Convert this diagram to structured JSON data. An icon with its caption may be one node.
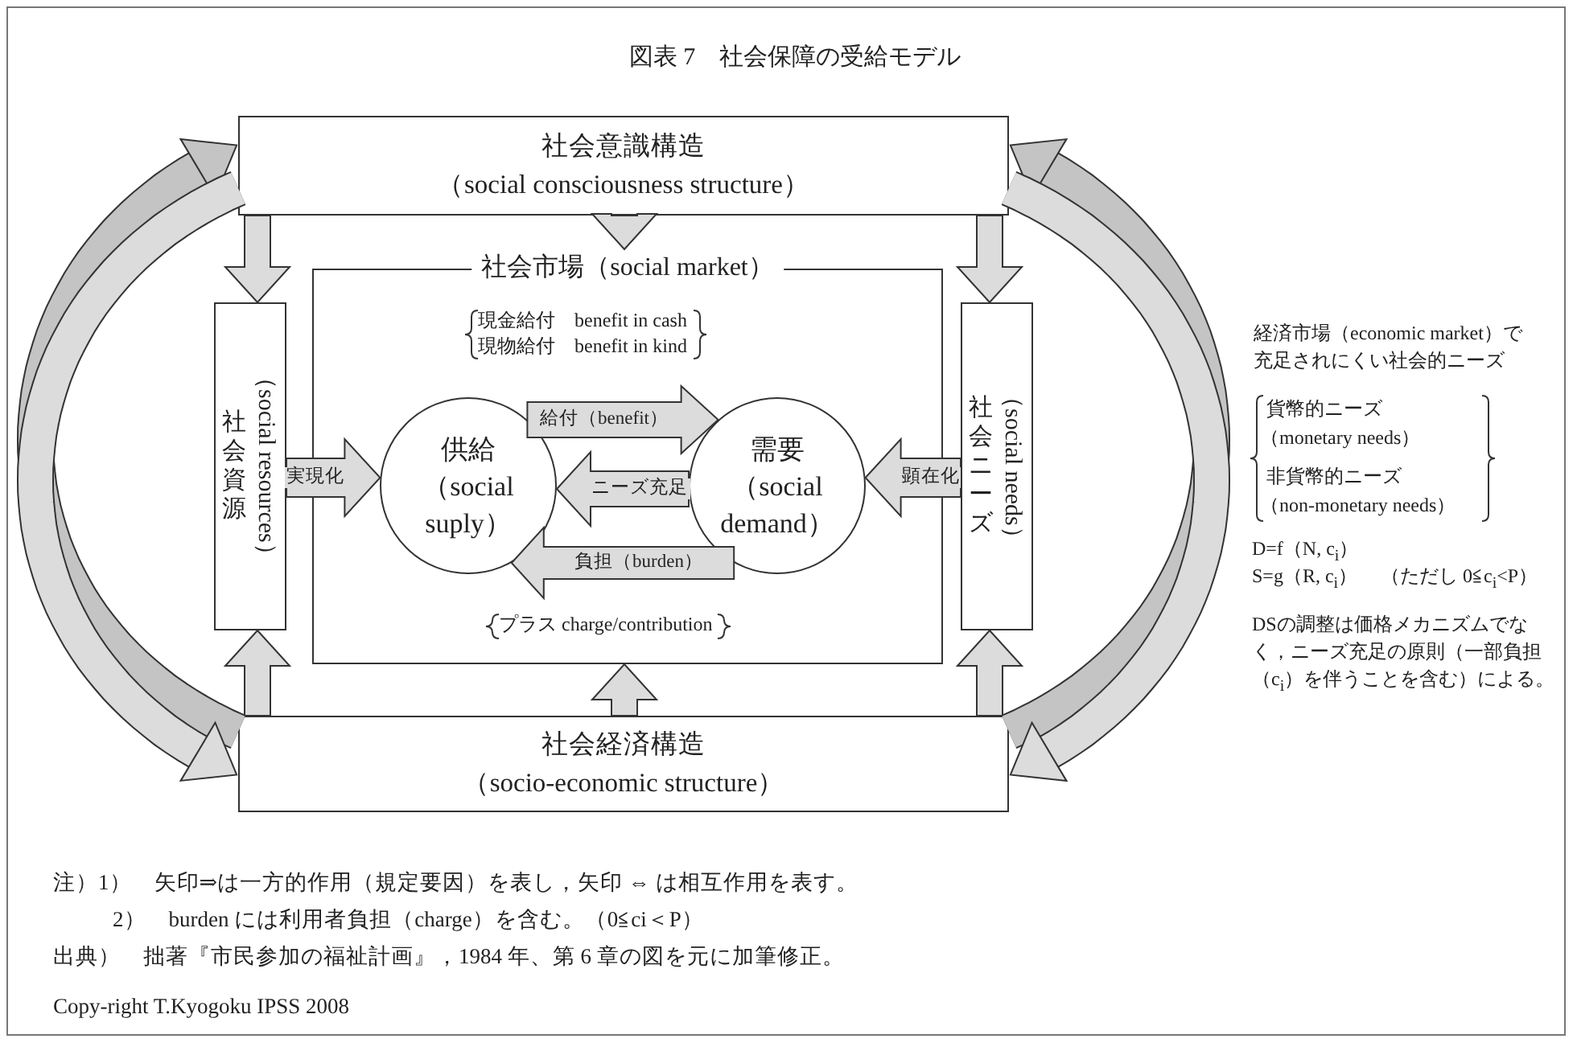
{
  "diagram": {
    "title": "図表 7　社会保障の受給モデル",
    "nodes": [
      {
        "text": [
          "社会意識構造",
          "（social consciousness structure）"
        ]
      },
      {
        "text": [
          "社会市場（social market）",
          "現金給付　benefit in cash",
          "現物給付　benefit in kind",
          "プラス charge/contribution"
        ]
      },
      {
        "text": [
          "社会資源",
          "（social resources）"
        ]
      },
      {
        "text": [
          "社会ニーズ",
          "（social needs）"
        ]
      },
      {
        "text": [
          "供給",
          "（social suply）"
        ],
        "in": 1
      },
      {
        "text": [
          "需要",
          "（social demand）"
        ],
        "in": 1
      },
      {
        "text": [
          "社会経済構造",
          "（socio-economic structure）"
        ]
      }
    ],
    "edges": [
      {
        "from": 0,
        "to": 2,
        "arrow": "to"
      },
      {
        "from": 0,
        "to": 1,
        "arrow": "to"
      },
      {
        "from": 0,
        "to": 3,
        "arrow": "to"
      },
      {
        "from": 6,
        "to": 2,
        "arrow": "to"
      },
      {
        "from": 6,
        "to": 1,
        "arrow": "to"
      },
      {
        "from": 6,
        "to": 3,
        "arrow": "to"
      },
      {
        "from": 2,
        "to": 4,
        "arrow": "to",
        "label": "実現化"
      },
      {
        "from": 3,
        "to": 5,
        "arrow": "to",
        "label": "顕在化"
      },
      {
        "from": 4,
        "to": 5,
        "arrow": "to",
        "label": "給付（benefit）"
      },
      {
        "from": 5,
        "to": 4,
        "arrow": "to",
        "label": "ニーズ充足"
      },
      {
        "from": 5,
        "to": 4,
        "arrow": "to",
        "label": "負担（burden）"
      },
      {
        "from": 6,
        "to": 0,
        "arrow": "to",
        "color": "#c4c4c4"
      },
      {
        "from": 0,
        "to": 6,
        "arrow": "to"
      },
      {
        "from": 6,
        "to": 0,
        "arrow": "to",
        "color": "#c4c4c4"
      },
      {
        "from": 0,
        "to": 6,
        "arrow": "to"
      }
    ],
    "labels": [
      "経済市場（economic market）で充足されにくい社会的ニーズ",
      "貨幣的ニーズ",
      "（monetary needs）",
      "非貨幣的ニーズ",
      "（non-monetary needs）",
      "D=f（N, c$_{i}$）",
      "S=g（R, c$_{i}$）",
      "（ただし 0≦c$_{i}$<P）",
      "DSの調整は価格メカニズムでなく，ニーズ充足の原則（一部負担（c$_{i}$）を伴うことを含む）による。",
      "注）1）　矢印⇒は一方的作用（規定要因）を表し，矢印 ⇔ は相互作用を表す。",
      "2）　burden には利用者負担（charge）を含む。（0≦ci＜P）",
      "出典）　拙著『市民参加の福祉計画』，1984 年、第 6 章の図を元に加筆修正。",
      "Copy-right T.Kyogoku IPSS 2008"
    ]
  }
}
